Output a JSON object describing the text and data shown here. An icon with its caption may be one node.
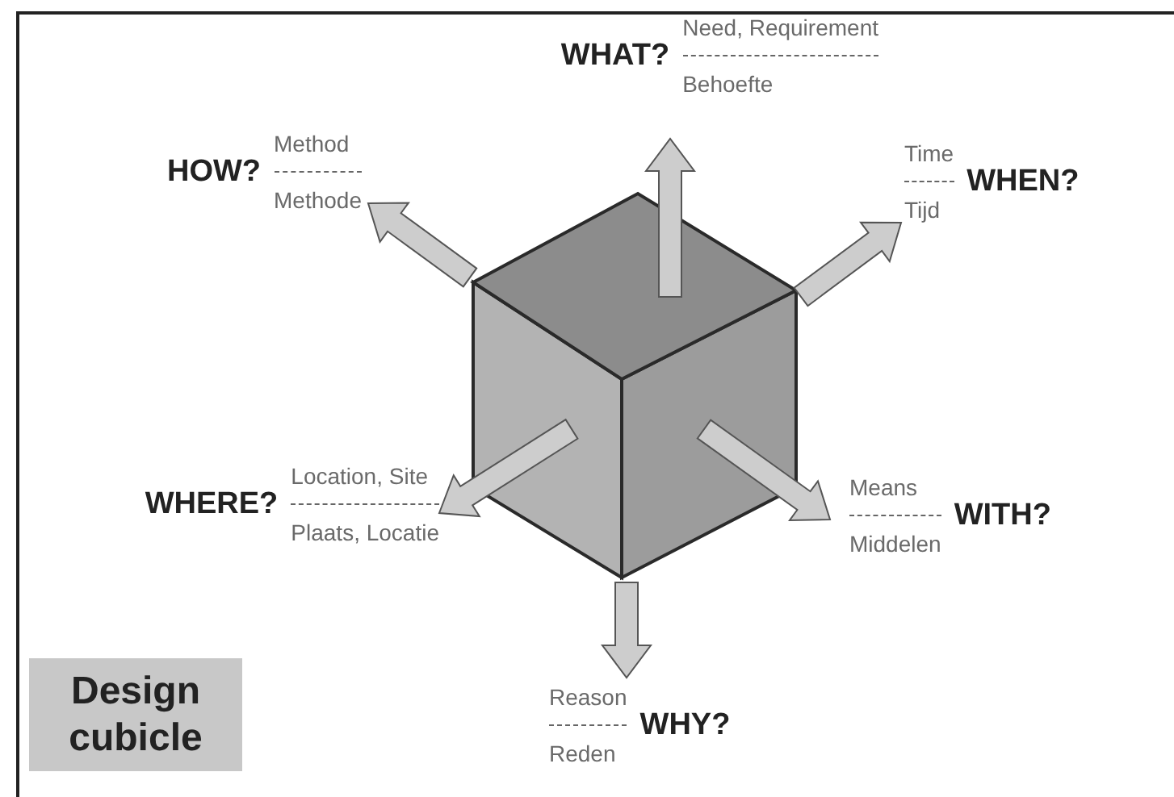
{
  "diagram": {
    "title": "Design cubicle",
    "nodes": [
      {
        "text": [],
        "shape": "cube"
      },
      {
        "text": [
          "HOW?",
          "Method",
          "Methode"
        ]
      },
      {
        "text": [
          "WHAT?",
          "Need, Requirement",
          "Behoefte"
        ]
      },
      {
        "text": [
          "WHEN?",
          "Time",
          "Tijd"
        ]
      },
      {
        "text": [
          "WHERE?",
          "Location, Site",
          "Plaats, Locatie"
        ]
      },
      {
        "text": [
          "WITH?",
          "Means",
          "Middelen"
        ]
      },
      {
        "text": [
          "WHY?",
          "Reason",
          "Reden"
        ]
      }
    ],
    "edges": [
      {
        "from": 0,
        "to": 1,
        "arrow": "to"
      },
      {
        "from": 0,
        "to": 2,
        "arrow": "to"
      },
      {
        "from": 0,
        "to": 3,
        "arrow": "to"
      },
      {
        "from": 0,
        "to": 4,
        "arrow": "to"
      },
      {
        "from": 0,
        "to": 5,
        "arrow": "to"
      },
      {
        "from": 0,
        "to": 6,
        "arrow": "to"
      }
    ]
  }
}
